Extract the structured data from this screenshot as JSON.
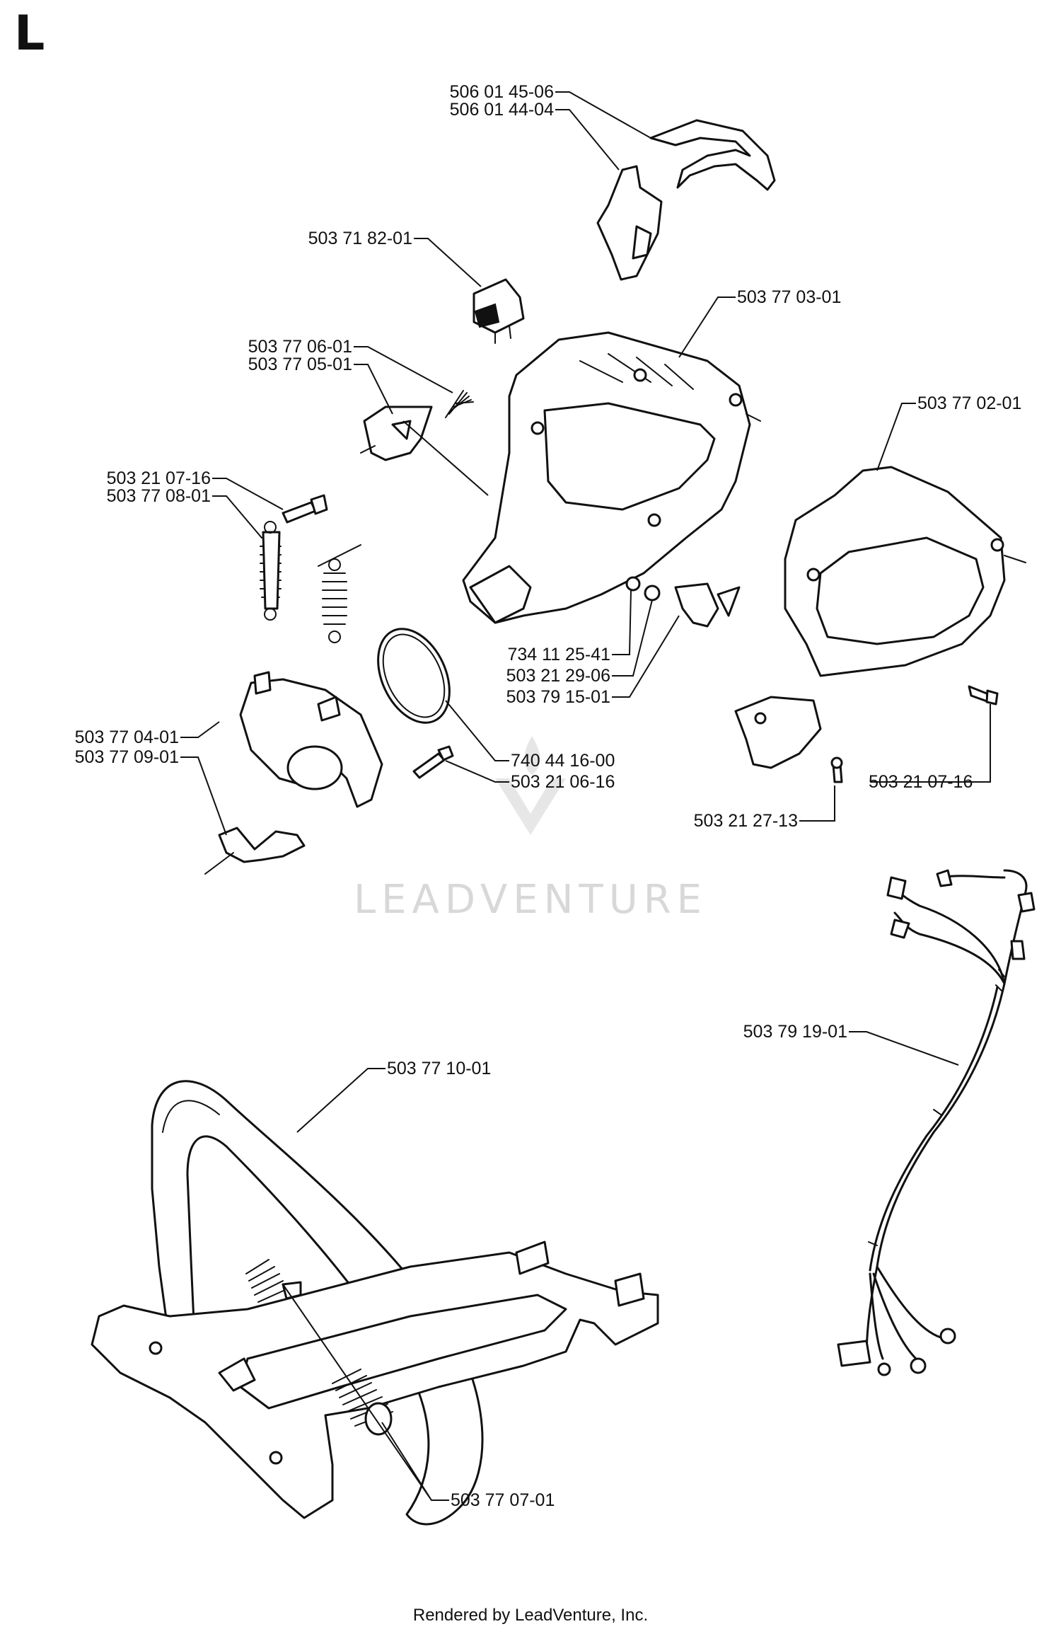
{
  "section_letter": "L",
  "watermark": "LEADVENTURE",
  "footer": "Rendered by LeadVenture, Inc.",
  "parts": [
    {
      "id": "p1",
      "label": "506 01 45-06"
    },
    {
      "id": "p2",
      "label": "506 01 44-04"
    },
    {
      "id": "p3",
      "label": "503 71 82-01"
    },
    {
      "id": "p4",
      "label": "503 77 03-01"
    },
    {
      "id": "p5",
      "label": "503 77 06-01"
    },
    {
      "id": "p6",
      "label": "503 77 05-01"
    },
    {
      "id": "p7",
      "label": "503 77 02-01"
    },
    {
      "id": "p8",
      "label": "503 21 07-16"
    },
    {
      "id": "p9",
      "label": "503 77 08-01"
    },
    {
      "id": "p10",
      "label": "734 11 25-41"
    },
    {
      "id": "p11",
      "label": "503 21 29-06"
    },
    {
      "id": "p12",
      "label": "503 79 15-01"
    },
    {
      "id": "p13",
      "label": "503 77 04-01"
    },
    {
      "id": "p14",
      "label": "503 77 09-01"
    },
    {
      "id": "p15",
      "label": "740 44 16-00"
    },
    {
      "id": "p16",
      "label": "503 21 06-16"
    },
    {
      "id": "p17",
      "label": "503 21 07-16"
    },
    {
      "id": "p18",
      "label": "503 21 27-13"
    },
    {
      "id": "p19",
      "label": "503 79 19-01"
    },
    {
      "id": "p20",
      "label": "503 77 10-01"
    },
    {
      "id": "p21",
      "label": "503 77 07-01"
    }
  ]
}
